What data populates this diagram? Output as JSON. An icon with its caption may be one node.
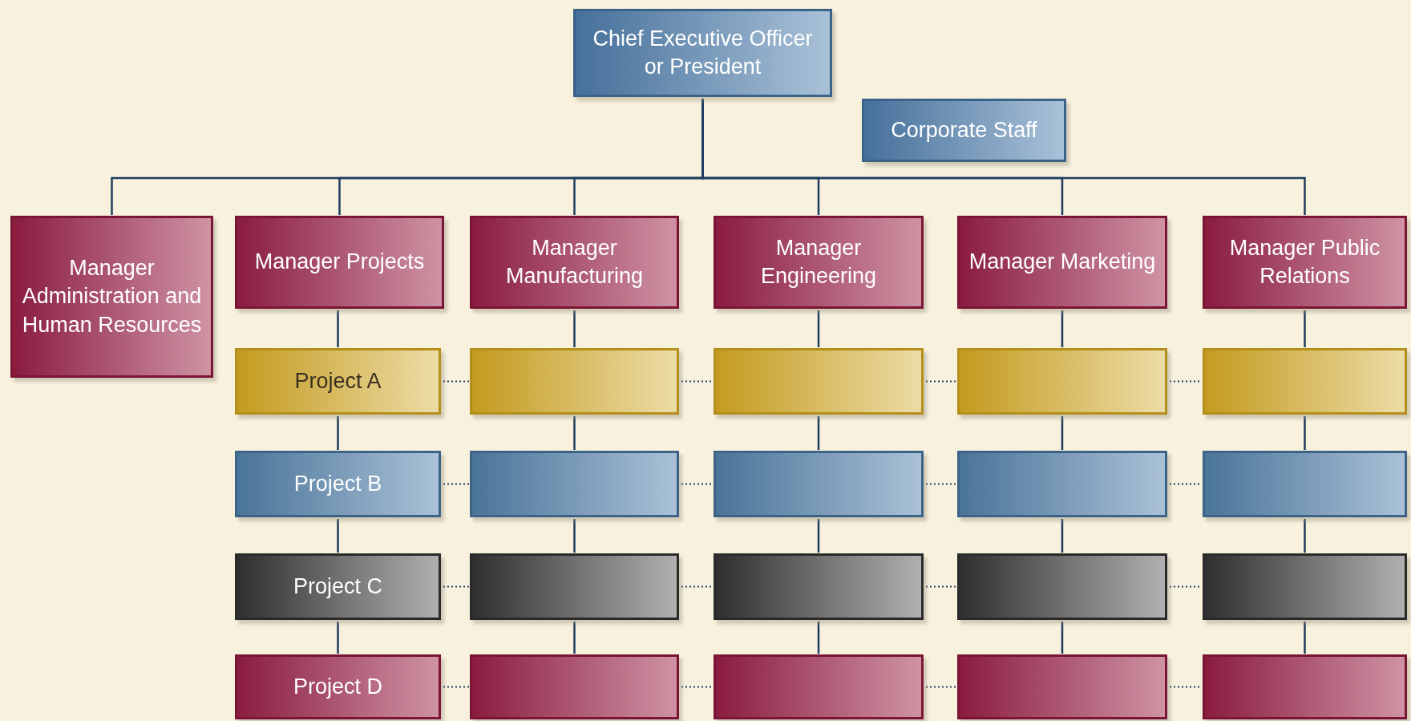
{
  "diagram": {
    "nodes": [
      {
        "text": [
          "Chief Executive Officer or President"
        ]
      },
      {
        "text": [
          "Corporate Staff"
        ]
      },
      {
        "text": [
          "Manager Administration and Human Resources"
        ]
      },
      {
        "text": [
          "Manager Projects"
        ]
      },
      {
        "text": [
          "Manager Manufacturing"
        ]
      },
      {
        "text": [
          "Manager Engineering"
        ]
      },
      {
        "text": [
          "Manager Marketing"
        ]
      },
      {
        "text": [
          "Manager Public Relations"
        ]
      },
      {
        "text": [
          "Project A"
        ]
      },
      {
        "text": [],
        "shape": "box"
      },
      {
        "text": [],
        "shape": "box"
      },
      {
        "text": [],
        "shape": "box"
      },
      {
        "text": [],
        "shape": "box"
      },
      {
        "text": [
          "Project B"
        ]
      },
      {
        "text": [],
        "shape": "box"
      },
      {
        "text": [],
        "shape": "box"
      },
      {
        "text": [],
        "shape": "box"
      },
      {
        "text": [],
        "shape": "box"
      },
      {
        "text": [
          "Project C"
        ]
      },
      {
        "text": [],
        "shape": "box"
      },
      {
        "text": [],
        "shape": "box"
      },
      {
        "text": [],
        "shape": "box"
      },
      {
        "text": [],
        "shape": "box"
      },
      {
        "text": [
          "Project D"
        ]
      },
      {
        "text": [],
        "shape": "box"
      },
      {
        "text": [],
        "shape": "box"
      },
      {
        "text": [],
        "shape": "box"
      },
      {
        "text": [],
        "shape": "box"
      }
    ],
    "edges": [
      {
        "from": 0,
        "to": 2,
        "arrow": "none"
      },
      {
        "from": 0,
        "to": 3,
        "arrow": "none"
      },
      {
        "from": 0,
        "to": 4,
        "arrow": "none"
      },
      {
        "from": 0,
        "to": 5,
        "arrow": "none"
      },
      {
        "from": 0,
        "to": 6,
        "arrow": "none"
      },
      {
        "from": 0,
        "to": 7,
        "arrow": "none"
      },
      {
        "from": 3,
        "to": 8,
        "arrow": "none"
      },
      {
        "from": 8,
        "to": 13,
        "arrow": "none"
      },
      {
        "from": 13,
        "to": 18,
        "arrow": "none"
      },
      {
        "from": 18,
        "to": 23,
        "arrow": "none"
      },
      {
        "from": 4,
        "to": 9,
        "arrow": "none"
      },
      {
        "from": 9,
        "to": 14,
        "arrow": "none"
      },
      {
        "from": 14,
        "to": 19,
        "arrow": "none"
      },
      {
        "from": 19,
        "to": 24,
        "arrow": "none"
      },
      {
        "from": 5,
        "to": 10,
        "arrow": "none"
      },
      {
        "from": 10,
        "to": 15,
        "arrow": "none"
      },
      {
        "from": 15,
        "to": 20,
        "arrow": "none"
      },
      {
        "from": 20,
        "to": 25,
        "arrow": "none"
      },
      {
        "from": 6,
        "to": 11,
        "arrow": "none"
      },
      {
        "from": 11,
        "to": 16,
        "arrow": "none"
      },
      {
        "from": 16,
        "to": 21,
        "arrow": "none"
      },
      {
        "from": 21,
        "to": 26,
        "arrow": "none"
      },
      {
        "from": 7,
        "to": 12,
        "arrow": "none"
      },
      {
        "from": 12,
        "to": 17,
        "arrow": "none"
      },
      {
        "from": 17,
        "to": 22,
        "arrow": "none"
      },
      {
        "from": 22,
        "to": 27,
        "arrow": "none"
      },
      {
        "from": 8,
        "to": 9,
        "arrow": "none",
        "style": "dashed"
      },
      {
        "from": 9,
        "to": 10,
        "arrow": "none",
        "style": "dashed"
      },
      {
        "from": 10,
        "to": 11,
        "arrow": "none",
        "style": "dashed"
      },
      {
        "from": 11,
        "to": 12,
        "arrow": "none",
        "style": "dashed"
      },
      {
        "from": 13,
        "to": 14,
        "arrow": "none",
        "style": "dashed"
      },
      {
        "from": 14,
        "to": 15,
        "arrow": "none",
        "style": "dashed"
      },
      {
        "from": 15,
        "to": 16,
        "arrow": "none",
        "style": "dashed"
      },
      {
        "from": 16,
        "to": 17,
        "arrow": "none",
        "style": "dashed"
      },
      {
        "from": 18,
        "to": 19,
        "arrow": "none",
        "style": "dashed"
      },
      {
        "from": 19,
        "to": 20,
        "arrow": "none",
        "style": "dashed"
      },
      {
        "from": 20,
        "to": 21,
        "arrow": "none",
        "style": "dashed"
      },
      {
        "from": 21,
        "to": 22,
        "arrow": "none",
        "style": "dashed"
      },
      {
        "from": 23,
        "to": 24,
        "arrow": "none",
        "style": "dashed"
      },
      {
        "from": 24,
        "to": 25,
        "arrow": "none",
        "style": "dashed"
      },
      {
        "from": 25,
        "to": 26,
        "arrow": "none",
        "style": "dashed"
      },
      {
        "from": 26,
        "to": 27,
        "arrow": "none",
        "style": "dashed"
      }
    ]
  }
}
